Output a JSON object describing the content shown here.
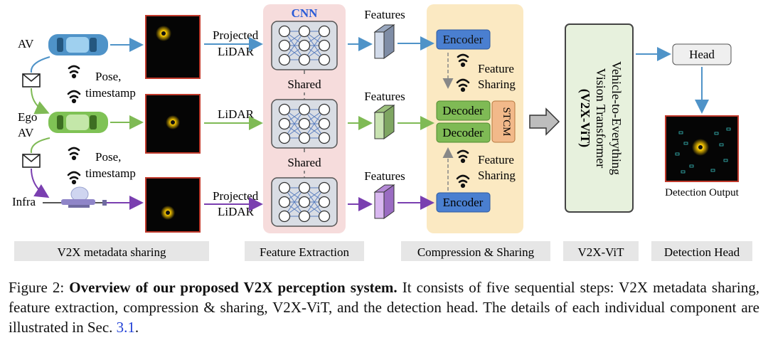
{
  "figure": {
    "agents": {
      "av": "AV",
      "ego_line1": "Ego",
      "ego_line2": "AV",
      "infra": "Infra"
    },
    "pose_line1": "Pose,",
    "pose_line2": "timestamp",
    "projected": "Projected",
    "lidar": "LiDAR",
    "cnn": "CNN",
    "shared": "Shared",
    "features": "Features",
    "encoder": "Encoder",
    "decoder": "Decoder",
    "stcm": "STCM",
    "feature": "Feature",
    "sharing": "Sharing",
    "vit_line1": "Vehicle-to-Everything",
    "vit_line2": "Vision Transformer",
    "vit_line3": "(V2X-ViT)",
    "head": "Head",
    "detection_output": "Detection Output",
    "stages": [
      "V2X metadata sharing",
      "Feature Extraction",
      "Compression & Sharing",
      "V2X-ViT",
      "Detection Head"
    ]
  },
  "caption": {
    "label": "Figure 2: ",
    "bold": "Overview of our proposed V2X perception system.",
    "text": " It consists of five sequential steps: V2X metadata sharing, feature extraction, compression & sharing, V2X-ViT, and the detection head. The details of each individual component are illustrated in Sec. ",
    "ref": "3.1",
    "end": "."
  },
  "colors": {
    "blue_arrow": "#4f93c8",
    "green_arrow": "#7fba55",
    "purple_arrow": "#7a3fb0",
    "cnn_panel": "#f6dcdc",
    "compression_panel": "#fbe9c2",
    "encoder_fill": "#4a7fd0",
    "decoder_fill": "#7fba55",
    "stcm_fill": "#f2b98a",
    "vit_fill": "#e7f1dd",
    "stage_label_bg": "#e6e6e6"
  }
}
